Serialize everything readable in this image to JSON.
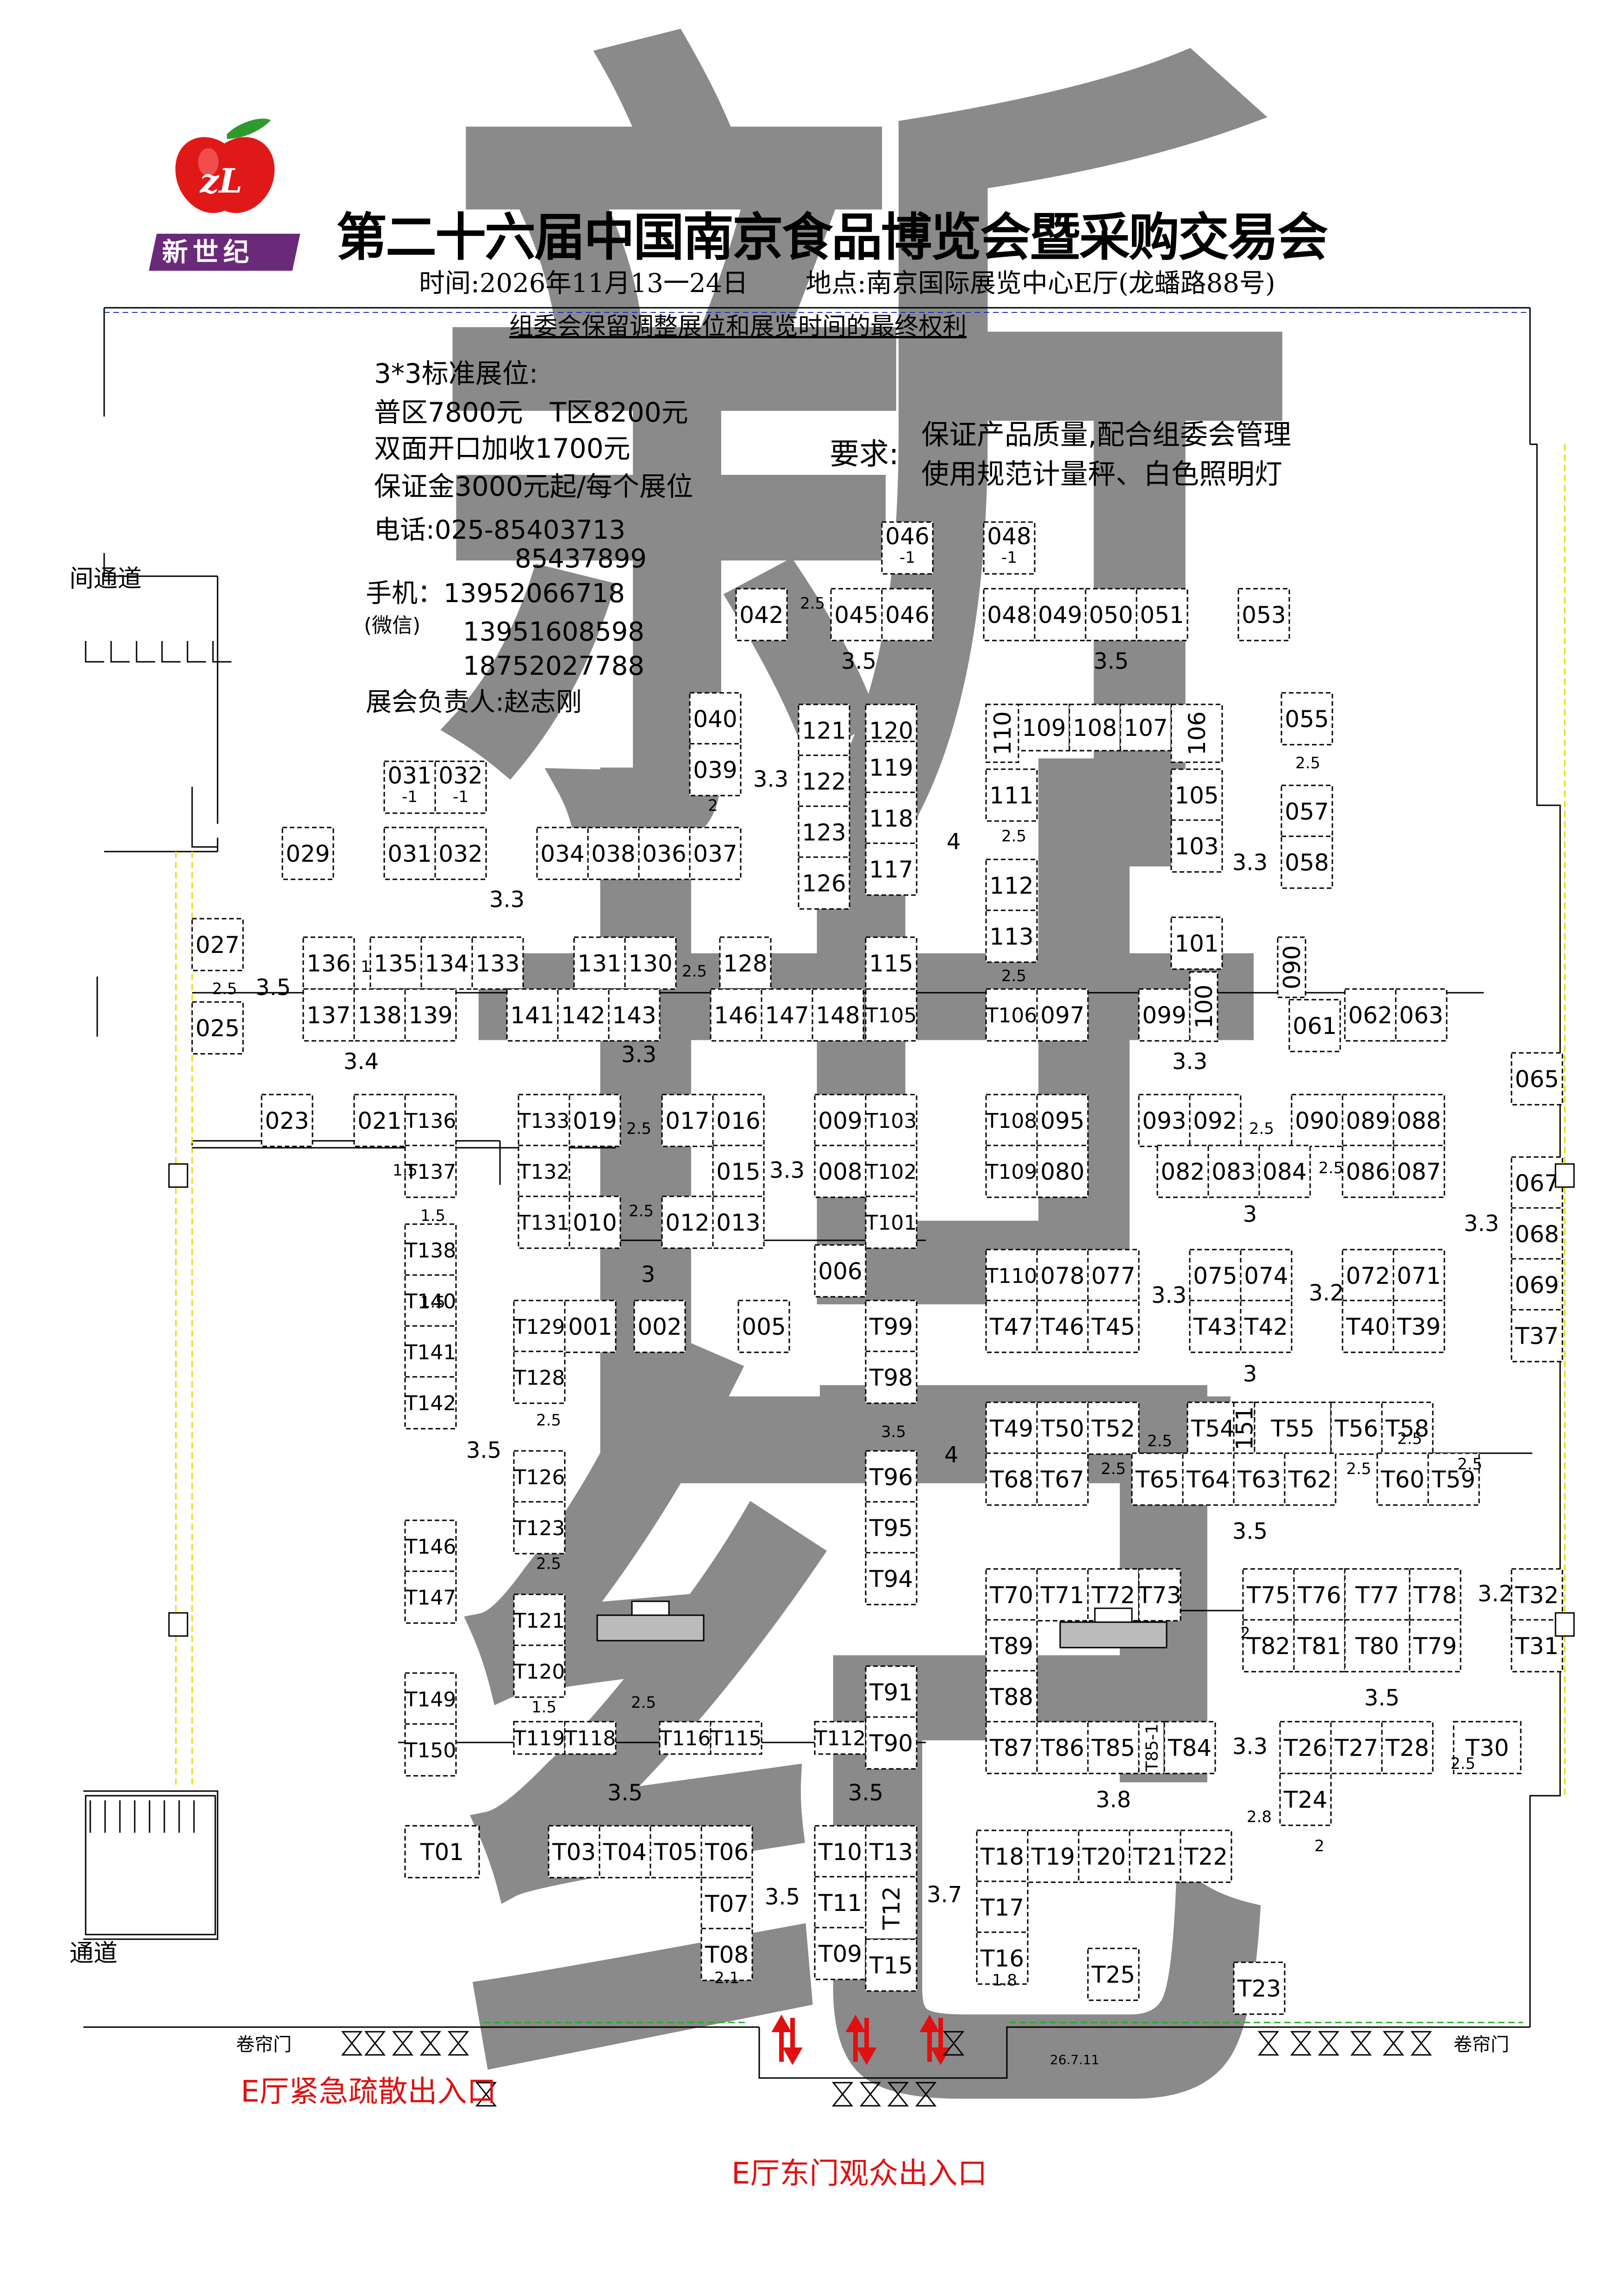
{
  "header": {
    "logo_text": "zL",
    "logo_brand": "新世纪",
    "title": "第二十六届中国南京食品博览会暨采购交易会",
    "time_line": "时间:2026年11月13一24日",
    "venue_line": "地点:南京国际展览中心E厅(龙蟠路88号)",
    "notice": "组委会保留调整展位和展览时间的最终权利"
  },
  "info": {
    "heading": "3*3标准展位:",
    "price": "普区7800元　T区8200元",
    "double_open": "双面开口加收1700元",
    "deposit": "保证金3000元起/每个展位",
    "phone_label": "电话:025-85403713",
    "phone2": "85437899",
    "mobile_label": "手机：13952066718",
    "wechat_label": "(微信)",
    "mobile2": "13951608598",
    "mobile3": "18752027788",
    "manager": "展会负责人:赵志刚"
  },
  "requirements": {
    "label": "要求:",
    "line1": "保证产品质量,配合组委会管理",
    "line2": "使用规范计量秤、白色照明灯"
  },
  "watermark": {
    "chars": [
      "新",
      "世",
      "纪"
    ],
    "color": "#8a8a8a"
  },
  "colors": {
    "line": "#000000",
    "exit_red": "#e01010",
    "dash_blue": "#1030c0",
    "dash_yellow": "#e8d800",
    "dash_green": "#20b020",
    "logo_red": "#e01818",
    "logo_purple": "#6a2a7a",
    "logo_green": "#2e9a2e"
  },
  "booths": [
    {
      "id": "046",
      "sub": "-1"
    },
    {
      "id": "048",
      "sub": "-1"
    },
    {
      "id": "042"
    },
    {
      "id": "045"
    },
    {
      "id": "046"
    },
    {
      "id": "048"
    },
    {
      "id": "049"
    },
    {
      "id": "050"
    },
    {
      "id": "051"
    },
    {
      "id": "053"
    },
    {
      "id": "040"
    },
    {
      "id": "039"
    },
    {
      "id": "055"
    },
    {
      "id": "057"
    },
    {
      "id": "058"
    },
    {
      "id": "031",
      "sub": "-1"
    },
    {
      "id": "032",
      "sub": "-1"
    },
    {
      "id": "029"
    },
    {
      "id": "031"
    },
    {
      "id": "032"
    },
    {
      "id": "034"
    },
    {
      "id": "038"
    },
    {
      "id": "036"
    },
    {
      "id": "037"
    },
    {
      "id": "121"
    },
    {
      "id": "122"
    },
    {
      "id": "123"
    },
    {
      "id": "126"
    },
    {
      "id": "120"
    },
    {
      "id": "119"
    },
    {
      "id": "118"
    },
    {
      "id": "117"
    },
    {
      "id": "110"
    },
    {
      "id": "109"
    },
    {
      "id": "108"
    },
    {
      "id": "107"
    },
    {
      "id": "106"
    },
    {
      "id": "111"
    },
    {
      "id": "105"
    },
    {
      "id": "103"
    },
    {
      "id": "112"
    },
    {
      "id": "113"
    },
    {
      "id": "101"
    },
    {
      "id": "027"
    },
    {
      "id": "025"
    },
    {
      "id": "136"
    },
    {
      "id": "135"
    },
    {
      "id": "134"
    },
    {
      "id": "133"
    },
    {
      "id": "131"
    },
    {
      "id": "130"
    },
    {
      "id": "128"
    },
    {
      "id": "137"
    },
    {
      "id": "138"
    },
    {
      "id": "139"
    },
    {
      "id": "141"
    },
    {
      "id": "142"
    },
    {
      "id": "143"
    },
    {
      "id": "146"
    },
    {
      "id": "147"
    },
    {
      "id": "148"
    },
    {
      "id": "115"
    },
    {
      "id": "T105"
    },
    {
      "id": "T106"
    },
    {
      "id": "097"
    },
    {
      "id": "099"
    },
    {
      "id": "100"
    },
    {
      "id": "090"
    },
    {
      "id": "061"
    },
    {
      "id": "062"
    },
    {
      "id": "063"
    },
    {
      "id": "065"
    },
    {
      "id": "023"
    },
    {
      "id": "021"
    },
    {
      "id": "T136"
    },
    {
      "id": "T137"
    },
    {
      "id": "T138"
    },
    {
      "id": "T140"
    },
    {
      "id": "T141"
    },
    {
      "id": "T142"
    },
    {
      "id": "T133"
    },
    {
      "id": "019"
    },
    {
      "id": "017"
    },
    {
      "id": "016"
    },
    {
      "id": "T132"
    },
    {
      "id": "015"
    },
    {
      "id": "T131"
    },
    {
      "id": "010"
    },
    {
      "id": "012"
    },
    {
      "id": "013"
    },
    {
      "id": "009"
    },
    {
      "id": "T103"
    },
    {
      "id": "008"
    },
    {
      "id": "T102"
    },
    {
      "id": "T101"
    },
    {
      "id": "006"
    },
    {
      "id": "T108"
    },
    {
      "id": "095"
    },
    {
      "id": "T109"
    },
    {
      "id": "080"
    },
    {
      "id": "093"
    },
    {
      "id": "092"
    },
    {
      "id": "090"
    },
    {
      "id": "089"
    },
    {
      "id": "088"
    },
    {
      "id": "082"
    },
    {
      "id": "083"
    },
    {
      "id": "084"
    },
    {
      "id": "086"
    },
    {
      "id": "087"
    },
    {
      "id": "067"
    },
    {
      "id": "068"
    },
    {
      "id": "069"
    },
    {
      "id": "T37"
    },
    {
      "id": "T110"
    },
    {
      "id": "078"
    },
    {
      "id": "077"
    },
    {
      "id": "075"
    },
    {
      "id": "074"
    },
    {
      "id": "072"
    },
    {
      "id": "071"
    },
    {
      "id": "T47"
    },
    {
      "id": "T46"
    },
    {
      "id": "T45"
    },
    {
      "id": "T43"
    },
    {
      "id": "T42"
    },
    {
      "id": "T40"
    },
    {
      "id": "T39"
    },
    {
      "id": "T129"
    },
    {
      "id": "001"
    },
    {
      "id": "002"
    },
    {
      "id": "005"
    },
    {
      "id": "T99"
    },
    {
      "id": "T128"
    },
    {
      "id": "T98"
    },
    {
      "id": "T49"
    },
    {
      "id": "T50"
    },
    {
      "id": "T52"
    },
    {
      "id": "T54"
    },
    {
      "id": "151"
    },
    {
      "id": "T55"
    },
    {
      "id": "T56"
    },
    {
      "id": "T58"
    },
    {
      "id": "T68"
    },
    {
      "id": "T67"
    },
    {
      "id": "T65"
    },
    {
      "id": "T64"
    },
    {
      "id": "T63"
    },
    {
      "id": "T62"
    },
    {
      "id": "T60"
    },
    {
      "id": "T59"
    },
    {
      "id": "T126"
    },
    {
      "id": "T123"
    },
    {
      "id": "T96"
    },
    {
      "id": "T95"
    },
    {
      "id": "T94"
    },
    {
      "id": "T146"
    },
    {
      "id": "T147"
    },
    {
      "id": "T121"
    },
    {
      "id": "T120"
    },
    {
      "id": "T119"
    },
    {
      "id": "T118"
    },
    {
      "id": "T116"
    },
    {
      "id": "T115"
    },
    {
      "id": "T112"
    },
    {
      "id": "T91"
    },
    {
      "id": "T90"
    },
    {
      "id": "T149"
    },
    {
      "id": "T150"
    },
    {
      "id": "T70"
    },
    {
      "id": "T71"
    },
    {
      "id": "T72"
    },
    {
      "id": "T73"
    },
    {
      "id": "T75"
    },
    {
      "id": "T76"
    },
    {
      "id": "T77"
    },
    {
      "id": "T78"
    },
    {
      "id": "T32"
    },
    {
      "id": "T89"
    },
    {
      "id": "T82"
    },
    {
      "id": "T81"
    },
    {
      "id": "T80"
    },
    {
      "id": "T79"
    },
    {
      "id": "T31"
    },
    {
      "id": "T88"
    },
    {
      "id": "T87"
    },
    {
      "id": "T86"
    },
    {
      "id": "T85"
    },
    {
      "id": "T85-1"
    },
    {
      "id": "T84"
    },
    {
      "id": "T26"
    },
    {
      "id": "T27"
    },
    {
      "id": "T28"
    },
    {
      "id": "T30"
    },
    {
      "id": "T24"
    },
    {
      "id": "T01"
    },
    {
      "id": "T03"
    },
    {
      "id": "T04"
    },
    {
      "id": "T05"
    },
    {
      "id": "T06"
    },
    {
      "id": "T07"
    },
    {
      "id": "T08"
    },
    {
      "id": "T10"
    },
    {
      "id": "T13"
    },
    {
      "id": "T11"
    },
    {
      "id": "T12"
    },
    {
      "id": "T09"
    },
    {
      "id": "T15"
    },
    {
      "id": "T18"
    },
    {
      "id": "T19"
    },
    {
      "id": "T20"
    },
    {
      "id": "T21"
    },
    {
      "id": "T22"
    },
    {
      "id": "T17"
    },
    {
      "id": "T16"
    },
    {
      "id": "T25"
    },
    {
      "id": "T23"
    }
  ],
  "aisle_widths": [
    "3.5",
    "3.5",
    "3.3",
    "3.3",
    "4",
    "3.3",
    "3.5",
    "3.4",
    "3.3",
    "3.3",
    "3.3",
    "3",
    "3",
    "3.3",
    "3.3",
    "3.2",
    "3",
    "3.5",
    "4",
    "3.5",
    "3.2",
    "3.5",
    "3.3",
    "3.5",
    "3.5",
    "3.8",
    "3.5",
    "3.7"
  ],
  "gap_marks": [
    "2.5",
    "2.5",
    "2",
    "2.5",
    "2.5",
    "2.5",
    "1",
    "2.5",
    "1.5",
    "2.5",
    "1.5",
    "2.5",
    "2.5",
    "2.5",
    "2.5",
    "1.5",
    "2.5",
    "3.5",
    "2.5",
    "2.5",
    "2.5",
    "2.5",
    "2.5",
    "1.5",
    "2.5",
    "2",
    "2.5",
    "2.8",
    "2",
    "2.1",
    "1.8"
  ],
  "labels": {
    "corridor_top": "间通道",
    "corridor_bottom": "通道",
    "rolling_door_left": "卷帘门",
    "rolling_door_right": "卷帘门",
    "date_mark": "26.7.11",
    "exit_emergency": "E厅紧急疏散出入口",
    "exit_east": "E厅东门观众出入口"
  }
}
